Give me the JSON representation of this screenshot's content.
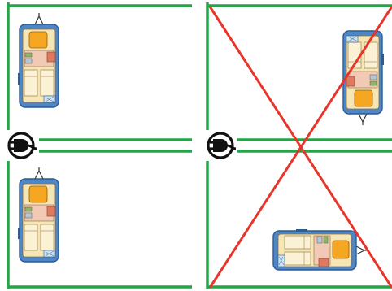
{
  "panels": [
    {
      "id": "left",
      "status": "correct",
      "hookup": {
        "icon": "electric-plug-icon"
      },
      "caravans": [
        {
          "orientation": "hitch-up",
          "icon": "caravan-floorplan-icon"
        },
        {
          "orientation": "hitch-up",
          "icon": "caravan-floorplan-icon"
        }
      ]
    },
    {
      "id": "right",
      "status": "incorrect",
      "hookup": {
        "icon": "electric-plug-icon"
      },
      "marker": {
        "icon": "red-cross-icon"
      },
      "caravans": [
        {
          "orientation": "hitch-down",
          "icon": "caravan-floorplan-icon"
        },
        {
          "orientation": "hitch-right",
          "icon": "caravan-floorplan-icon"
        }
      ]
    }
  ],
  "colors": {
    "pitch_border": "#22a646",
    "cross": "#e8342a",
    "caravan_body": "#4f86c6",
    "caravan_interior": "#f7e6b5",
    "caravan_kitchen": "#f2c9b5",
    "plug_icon": "#111111"
  }
}
